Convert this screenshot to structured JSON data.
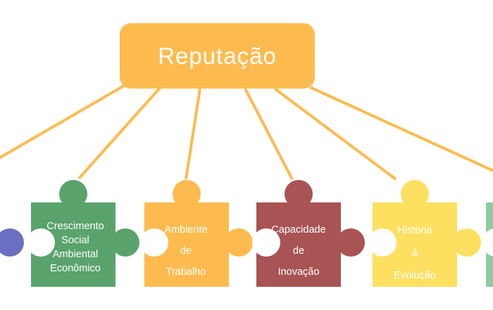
{
  "root": {
    "title": "Reputação",
    "color": "#fdbb4f"
  },
  "connector_color": "#fdbb4f",
  "pieces": [
    {
      "id": "left-partial",
      "color": "#6a6fc2",
      "lines": []
    },
    {
      "id": "crescimento",
      "color": "#5aa36d",
      "lines": [
        "Crescimento",
        "Social",
        "Ambiental",
        "Econômico"
      ]
    },
    {
      "id": "ambiente",
      "color": "#fdbb4f",
      "lines": [
        "Ambiente",
        "de",
        "Trabalho"
      ]
    },
    {
      "id": "capacidade",
      "color": "#a85354",
      "lines": [
        "Capacidade",
        "de",
        "Inovação"
      ]
    },
    {
      "id": "historia",
      "color": "#fde060",
      "lines": [
        "História",
        "&",
        "Evolução"
      ]
    },
    {
      "id": "right-partial",
      "color": "#8fcaa2",
      "lines": []
    }
  ]
}
